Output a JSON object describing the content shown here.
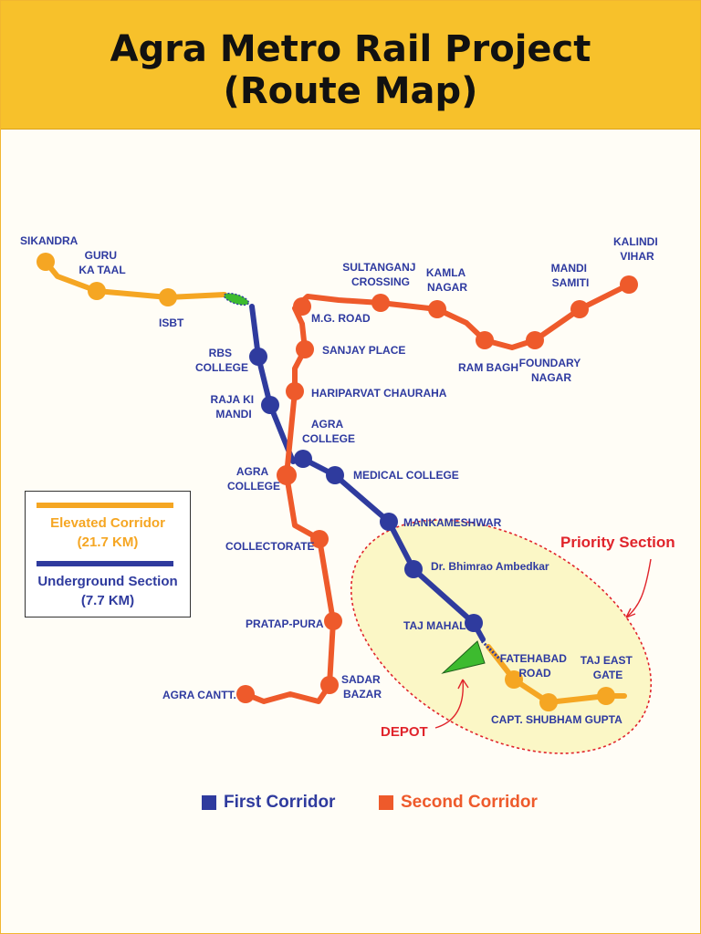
{
  "header": {
    "title_line1": "Agra Metro Rail Project",
    "title_line2": "(Route Map)"
  },
  "colors": {
    "elevated": "#f5a623",
    "underground": "#2f3b9e",
    "second_corridor": "#ee5a2b",
    "label_text": "#2e3aa0",
    "priority_red": "#e0242b",
    "priority_fill": "#fbf7c6",
    "depot_green": "#3dbb2f"
  },
  "stations": {
    "sikandra": "SIKANDRA",
    "guru_ka_taal_1": "GURU",
    "guru_ka_taal_2": "KA TAAL",
    "isbt": "ISBT",
    "rbs_college_1": "RBS",
    "rbs_college_2": "COLLEGE",
    "raja_ki_mandi_1": "RAJA KI",
    "raja_ki_mandi_2": "MANDI",
    "agra_college_first_1": "AGRA",
    "agra_college_first_2": "COLLEGE",
    "agra_college_second_1": "AGRA",
    "agra_college_second_2": "COLLEGE",
    "medical_college": "MEDICAL COLLEGE",
    "mankameshwar": "MANKAMESHWAR",
    "bhimrao_ambedkar": "Dr. Bhimrao Ambedkar",
    "taj_mahal": "TAJ MAHAL",
    "fatehabad_road_1": "FATEHABAD",
    "fatehabad_road_2": "ROAD",
    "taj_east_gate_1": "TAJ EAST",
    "taj_east_gate_2": "GATE",
    "capt_shubham_gupta": "CAPT. SHUBHAM GUPTA",
    "sultanganj_crossing_1": "SULTANGANJ",
    "sultanganj_crossing_2": "CROSSING",
    "kamla_nagar_1": "KAMLA",
    "kamla_nagar_2": "NAGAR",
    "mandi_samiti_1": "MANDI",
    "mandi_samiti_2": "SAMITI",
    "kalindi_vihar_1": "KALINDI",
    "kalindi_vihar_2": "VIHAR",
    "mg_road": "M.G. ROAD",
    "sanjay_place": "SANJAY PLACE",
    "hariparvat_chauraha": "HARIPARVAT CHAURAHA",
    "ram_bagh": "RAM BAGH",
    "foundary_nagar_1": "FOUNDARY",
    "foundary_nagar_2": "NAGAR",
    "collectorate": "COLLECTORATE",
    "pratap_pura": "PRATAP-PURA",
    "sadar_bazar_1": "SADAR",
    "sadar_bazar_2": "BAZAR",
    "agra_cantt": "AGRA CANTT."
  },
  "annotations": {
    "priority_section": "Priority Section",
    "depot": "DEPOT"
  },
  "legend": {
    "elevated_label": "Elevated Corridor",
    "elevated_length": "(21.7 KM)",
    "underground_label": "Underground Section",
    "underground_length": "(7.7 KM)",
    "first_corridor": "First Corridor",
    "second_corridor": "Second Corridor"
  }
}
